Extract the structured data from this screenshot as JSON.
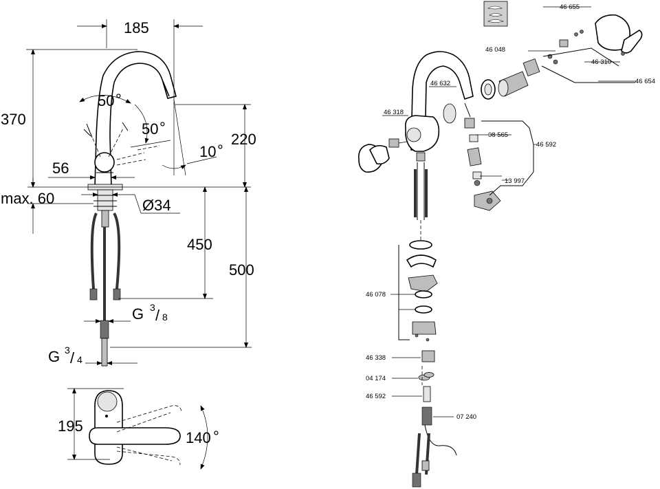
{
  "dimensions": {
    "spout_reach": "185",
    "total_height": "370",
    "lever_angle_left": "50",
    "lever_angle_right": "50",
    "spray_angle": "10",
    "spout_height": "220",
    "base_diameter_small": "56",
    "deck_thickness": "max. 60",
    "hole_diameter": "Ø34",
    "hose_length_short": "450",
    "hose_length_long": "500",
    "connection_thread_main": "G",
    "connection_thread_main_num": "3",
    "connection_thread_main_den": "8",
    "connection_thread_spray": "G",
    "connection_thread_spray_num": "3",
    "connection_thread_spray_den": "4",
    "plan_depth": "195",
    "swivel_angle": "140"
  },
  "degree_symbol": "°",
  "part_numbers": {
    "p46655": "46 655",
    "p46048": "46 048",
    "p46310": "46 310",
    "p46654": "46 654",
    "p46632": "46 632",
    "p46318": "46 318",
    "p08565": "08 565",
    "p46592a": "46 592",
    "p13997": "13 997",
    "p46078": "46 078",
    "p46338": "46 338",
    "p04174": "04 174",
    "p46592b": "46 592",
    "p07240": "07 240"
  }
}
